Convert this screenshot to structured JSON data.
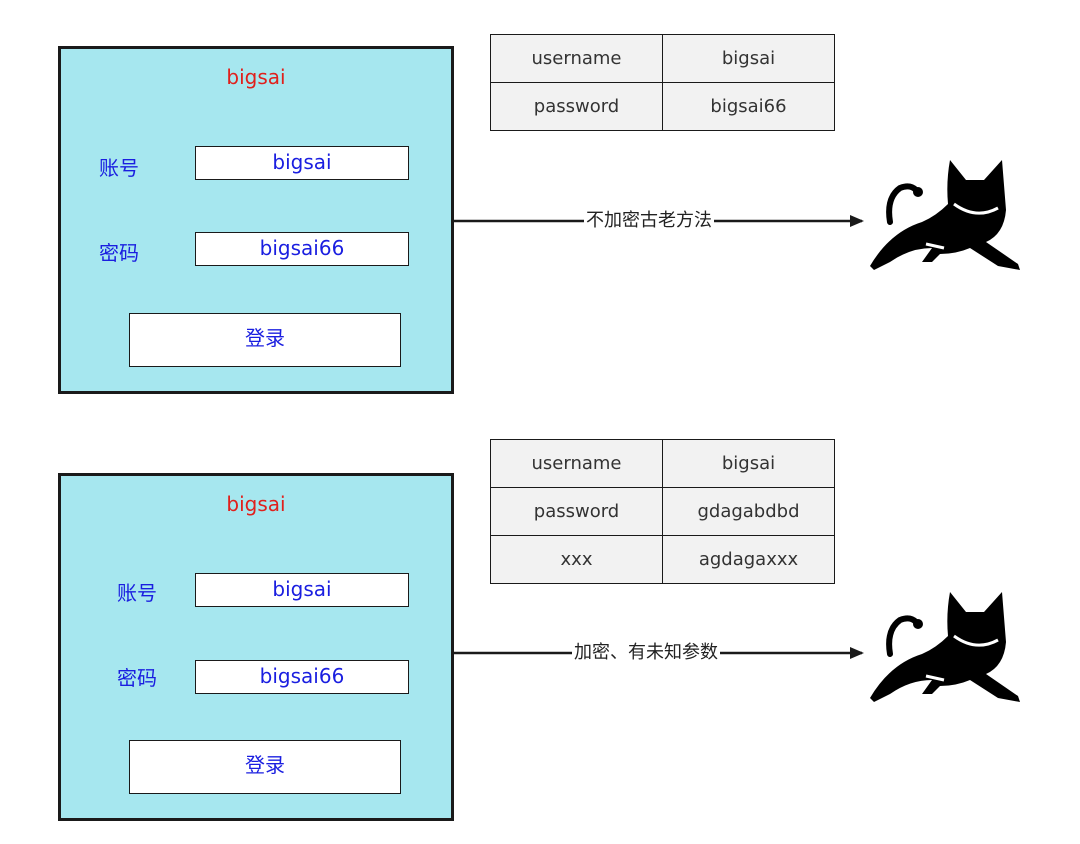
{
  "scenarios": [
    {
      "title": "bigsai",
      "username_label": "账号",
      "username_value": "bigsai",
      "password_label": "密码",
      "password_value": "bigsai66",
      "login_label": "登录",
      "flow_label": "不加密古老方法",
      "table": [
        [
          "username",
          "bigsai"
        ],
        [
          "password",
          "bigsai66"
        ]
      ]
    },
    {
      "title": "bigsai",
      "username_label": "账号",
      "username_value": "bigsai",
      "password_label": "密码",
      "password_value": "bigsai66",
      "login_label": "登录",
      "flow_label": "加密、有未知参数",
      "table": [
        [
          "username",
          "bigsai"
        ],
        [
          "password",
          "gdagabdbd"
        ],
        [
          "xxx",
          "agdagaxxx"
        ]
      ]
    }
  ],
  "colors": {
    "panel_bg": "#a6e7ef",
    "title_red": "#e0201c",
    "field_blue": "#1a1ee0",
    "table_bg": "#f2f2f2"
  },
  "icons": {
    "server": "tomcat-cat-icon"
  }
}
